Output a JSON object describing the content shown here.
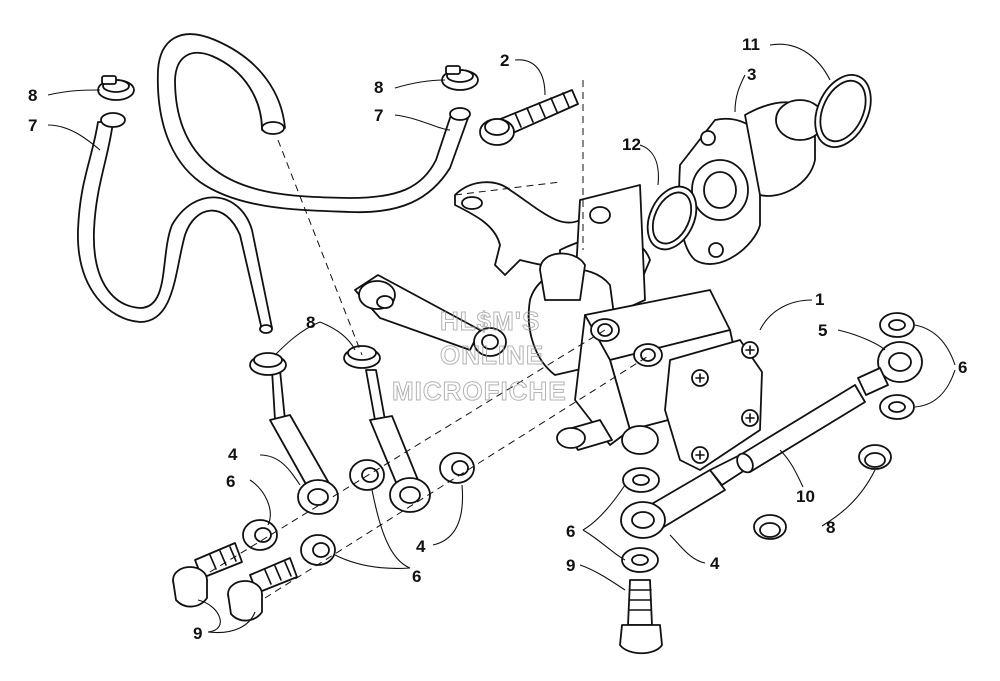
{
  "watermark": {
    "line1": "HL$M'S",
    "line2": "ONLINE",
    "line3": "MICROFICHE"
  },
  "callouts": {
    "c1": "1",
    "c2": "2",
    "c3": "3",
    "c4a": "4",
    "c4b": "4",
    "c4c": "4",
    "c5": "5",
    "c6a": "6",
    "c6b": "6",
    "c6c": "6",
    "c6d": "6",
    "c7a": "7",
    "c7b": "7",
    "c8a": "8",
    "c8b": "8",
    "c8c": "8",
    "c8d": "8",
    "c9a": "9",
    "c9b": "9",
    "c10": "10",
    "c11": "11",
    "c12": "12"
  }
}
